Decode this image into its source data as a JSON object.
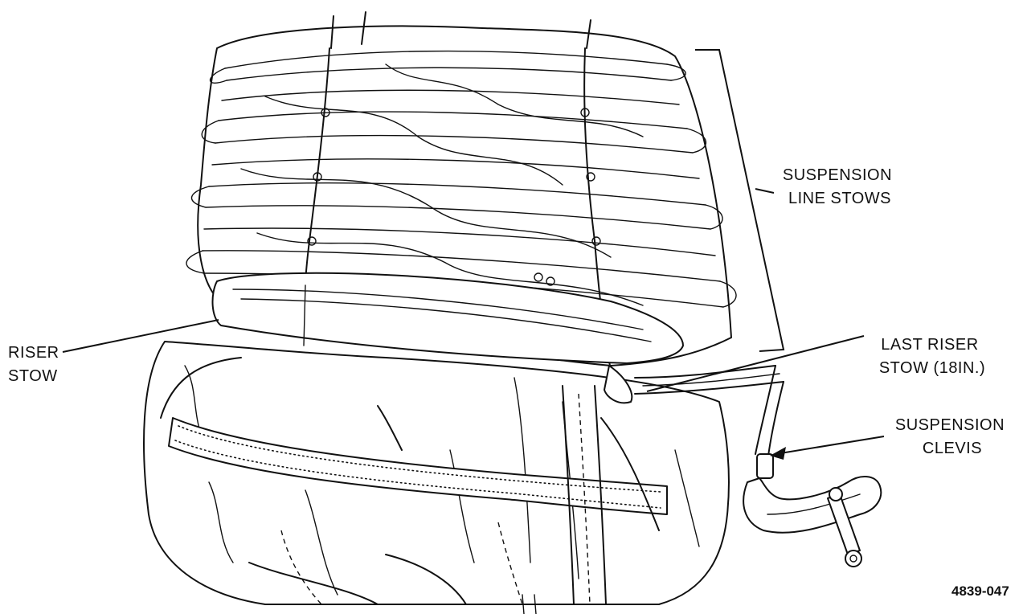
{
  "labels": {
    "suspension_line_stows": [
      "SUSPENSION",
      "LINE STOWS"
    ],
    "riser_stow": [
      "RISER",
      "STOW"
    ],
    "last_riser_stow": [
      "LAST RISER",
      "STOW (18IN.)"
    ],
    "suspension_clevis": [
      "SUSPENSION",
      "CLEVIS"
    ]
  },
  "figure_number": "4839-047",
  "colors": {
    "ink": "#111111",
    "paper": "#ffffff"
  }
}
